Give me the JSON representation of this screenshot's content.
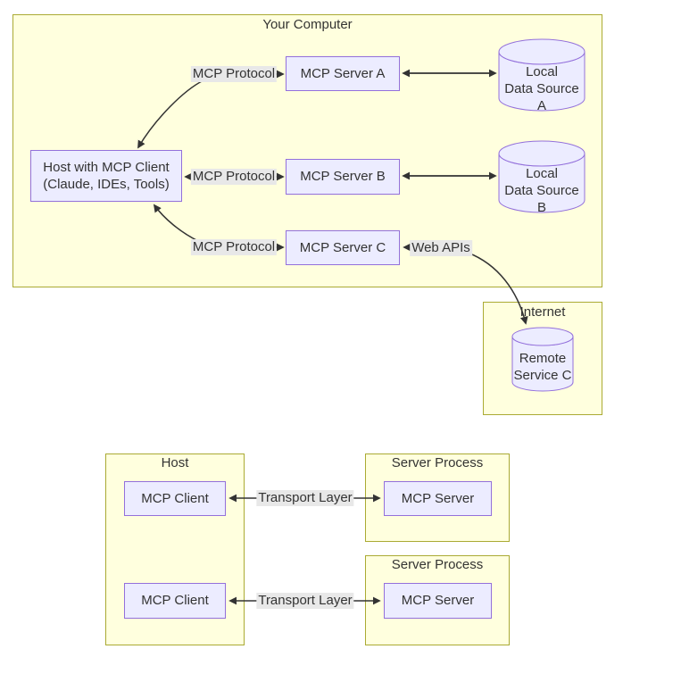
{
  "colors": {
    "cluster_fill": "#ffffde",
    "cluster_border": "#aaaa33",
    "node_fill": "#ECECFF",
    "node_border": "#9370DB",
    "edge": "#333333",
    "edge_label_bg": "#e8e8e8",
    "text": "#333333",
    "page_bg": "#ffffff"
  },
  "top_section": {
    "cluster_title": "Your Computer",
    "host_node": {
      "line1": "Host with MCP Client",
      "line2": "(Claude, IDEs, Tools)"
    },
    "server_a": "MCP Server A",
    "server_b": "MCP Server B",
    "server_c": "MCP Server C",
    "data_source_a": {
      "line1": "Local",
      "line2": "Data Source A"
    },
    "data_source_b": {
      "line1": "Local",
      "line2": "Data Source B"
    },
    "protocol_label_a": "MCP Protocol",
    "protocol_label_b": "MCP Protocol",
    "protocol_label_c": "MCP Protocol",
    "web_apis_label": "Web APIs"
  },
  "internet_section": {
    "cluster_title": "Internet",
    "remote_service": {
      "line1": "Remote",
      "line2": "Service C"
    }
  },
  "bottom_section": {
    "host_cluster_title": "Host",
    "client_1": "MCP Client",
    "client_2": "MCP Client",
    "server_process_1_title": "Server Process",
    "server_process_2_title": "Server Process",
    "server_1": "MCP Server",
    "server_2": "MCP Server",
    "transport_label_1": "Transport Layer",
    "transport_label_2": "Transport Layer"
  }
}
